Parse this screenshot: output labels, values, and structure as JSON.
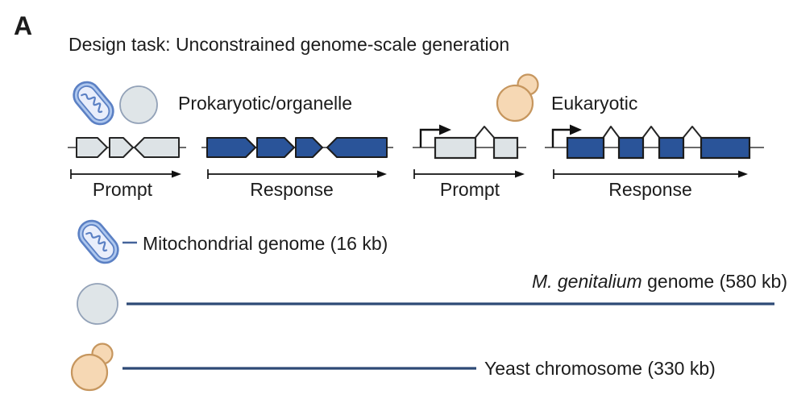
{
  "panel_label": "A",
  "title": "Design task: Unconstrained genome-scale generation",
  "sections": {
    "prokaryotic": {
      "label": "Prokaryotic/organelle",
      "icons": [
        "mitochondrion-icon",
        "bacterial-cell-icon"
      ],
      "prompt_label": "Prompt",
      "response_label": "Response",
      "prompt_genes": 3,
      "response_genes": 4
    },
    "eukaryotic": {
      "label": "Eukaryotic",
      "icons": [
        "yeast-cell-icon"
      ],
      "prompt_label": "Prompt",
      "response_label": "Response",
      "prompt_exons": 2,
      "response_exons": 4
    }
  },
  "scale_rows": [
    {
      "icon": "mitochondrion-icon",
      "label": "Mitochondrial genome (16 kb)",
      "size_kb": 16
    },
    {
      "icon": "bacterial-cell-icon",
      "label_italic": "M. genitalium",
      "label_rest": " genome (580 kb)",
      "size_kb": 580
    },
    {
      "icon": "yeast-cell-icon",
      "label": "Yeast chromosome (330 kb)",
      "size_kb": 330
    }
  ],
  "colors": {
    "gene_blue": "#2a5499",
    "gene_gray": "#dde3e6",
    "genome_line": "#2e4a76",
    "mito_fill": "#aec7ee",
    "mito_stroke": "#5b80c4",
    "cell_fill": "#dfe5e8",
    "cell_stroke": "#93a2b8",
    "yeast_fill": "#f6d8b4",
    "yeast_stroke": "#c6965e"
  }
}
